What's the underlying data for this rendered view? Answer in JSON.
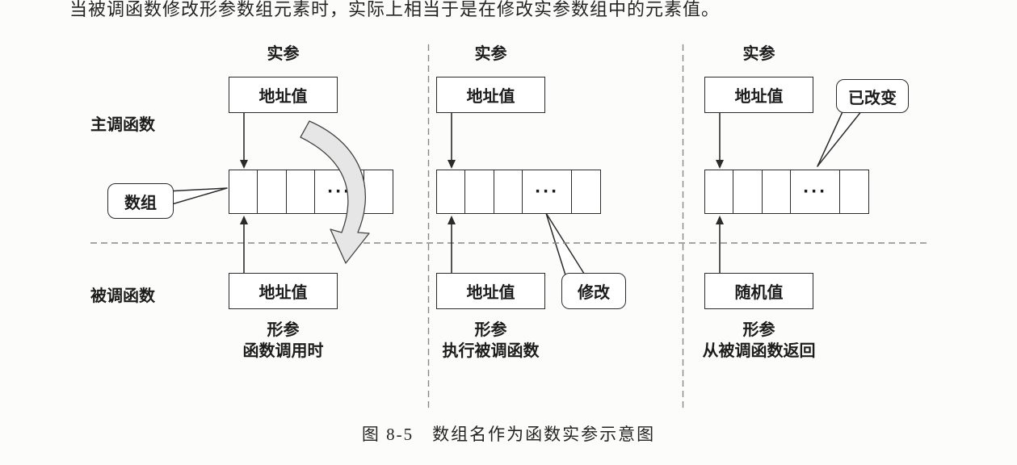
{
  "heading": "当被调函数修改形参数组元素时，实际上相当于是在修改实参数组中的元素值。",
  "caption": "图 8-5　数组名作为函数实参示意图",
  "side_labels": {
    "caller": "主调函数",
    "callee": "被调函数"
  },
  "callouts": {
    "array": "数组",
    "modify": "修改",
    "changed": "已改变"
  },
  "ellipsis": "···",
  "panels": [
    {
      "actual_label": "实参",
      "actual_box": "地址值",
      "formal_box": "地址值",
      "formal_label": "形参",
      "phase": "函数调用时"
    },
    {
      "actual_label": "实参",
      "actual_box": "地址值",
      "formal_box": "地址值",
      "formal_label": "形参",
      "phase": "执行被调函数"
    },
    {
      "actual_label": "实参",
      "actual_box": "地址值",
      "formal_box": "随机值",
      "formal_label": "形参",
      "phase": "从被调函数返回"
    }
  ],
  "colors": {
    "line": "#2b2b2b",
    "dashed": "#888888",
    "swoosh_fill": "#e6e6e6"
  }
}
